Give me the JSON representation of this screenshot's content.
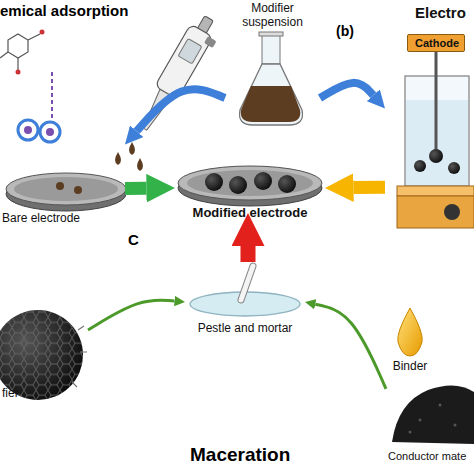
{
  "diagram": {
    "nodes": [
      {
        "text": [
          "Modifier suspension"
        ]
      },
      {
        "text": [
          "Bare electrode"
        ]
      },
      {
        "text": [
          "Electro"
        ]
      },
      {
        "text": [
          "Cathode"
        ],
        "in": 2
      },
      {
        "text": [
          "Modified electrode"
        ]
      },
      {
        "text": [
          "fier"
        ]
      },
      {
        "text": [
          "Pestle and mortar"
        ]
      },
      {
        "text": [
          "Binder"
        ]
      },
      {
        "text": [
          "Conductor mate"
        ]
      }
    ],
    "edges": [
      {
        "from": 0,
        "to": 1,
        "arrow": "to"
      },
      {
        "from": 0,
        "to": 2,
        "arrow": "to"
      },
      {
        "from": 1,
        "to": 4,
        "arrow": "to"
      },
      {
        "from": 2,
        "to": 4,
        "arrow": "to"
      },
      {
        "from": 6,
        "to": 4,
        "arrow": "to"
      },
      {
        "from": 5,
        "to": 6,
        "arrow": "to"
      },
      {
        "from": 8,
        "to": 6,
        "arrow": "to"
      }
    ],
    "labels": [
      "emical adsorption",
      "(b)",
      "C",
      "Maceration"
    ]
  }
}
